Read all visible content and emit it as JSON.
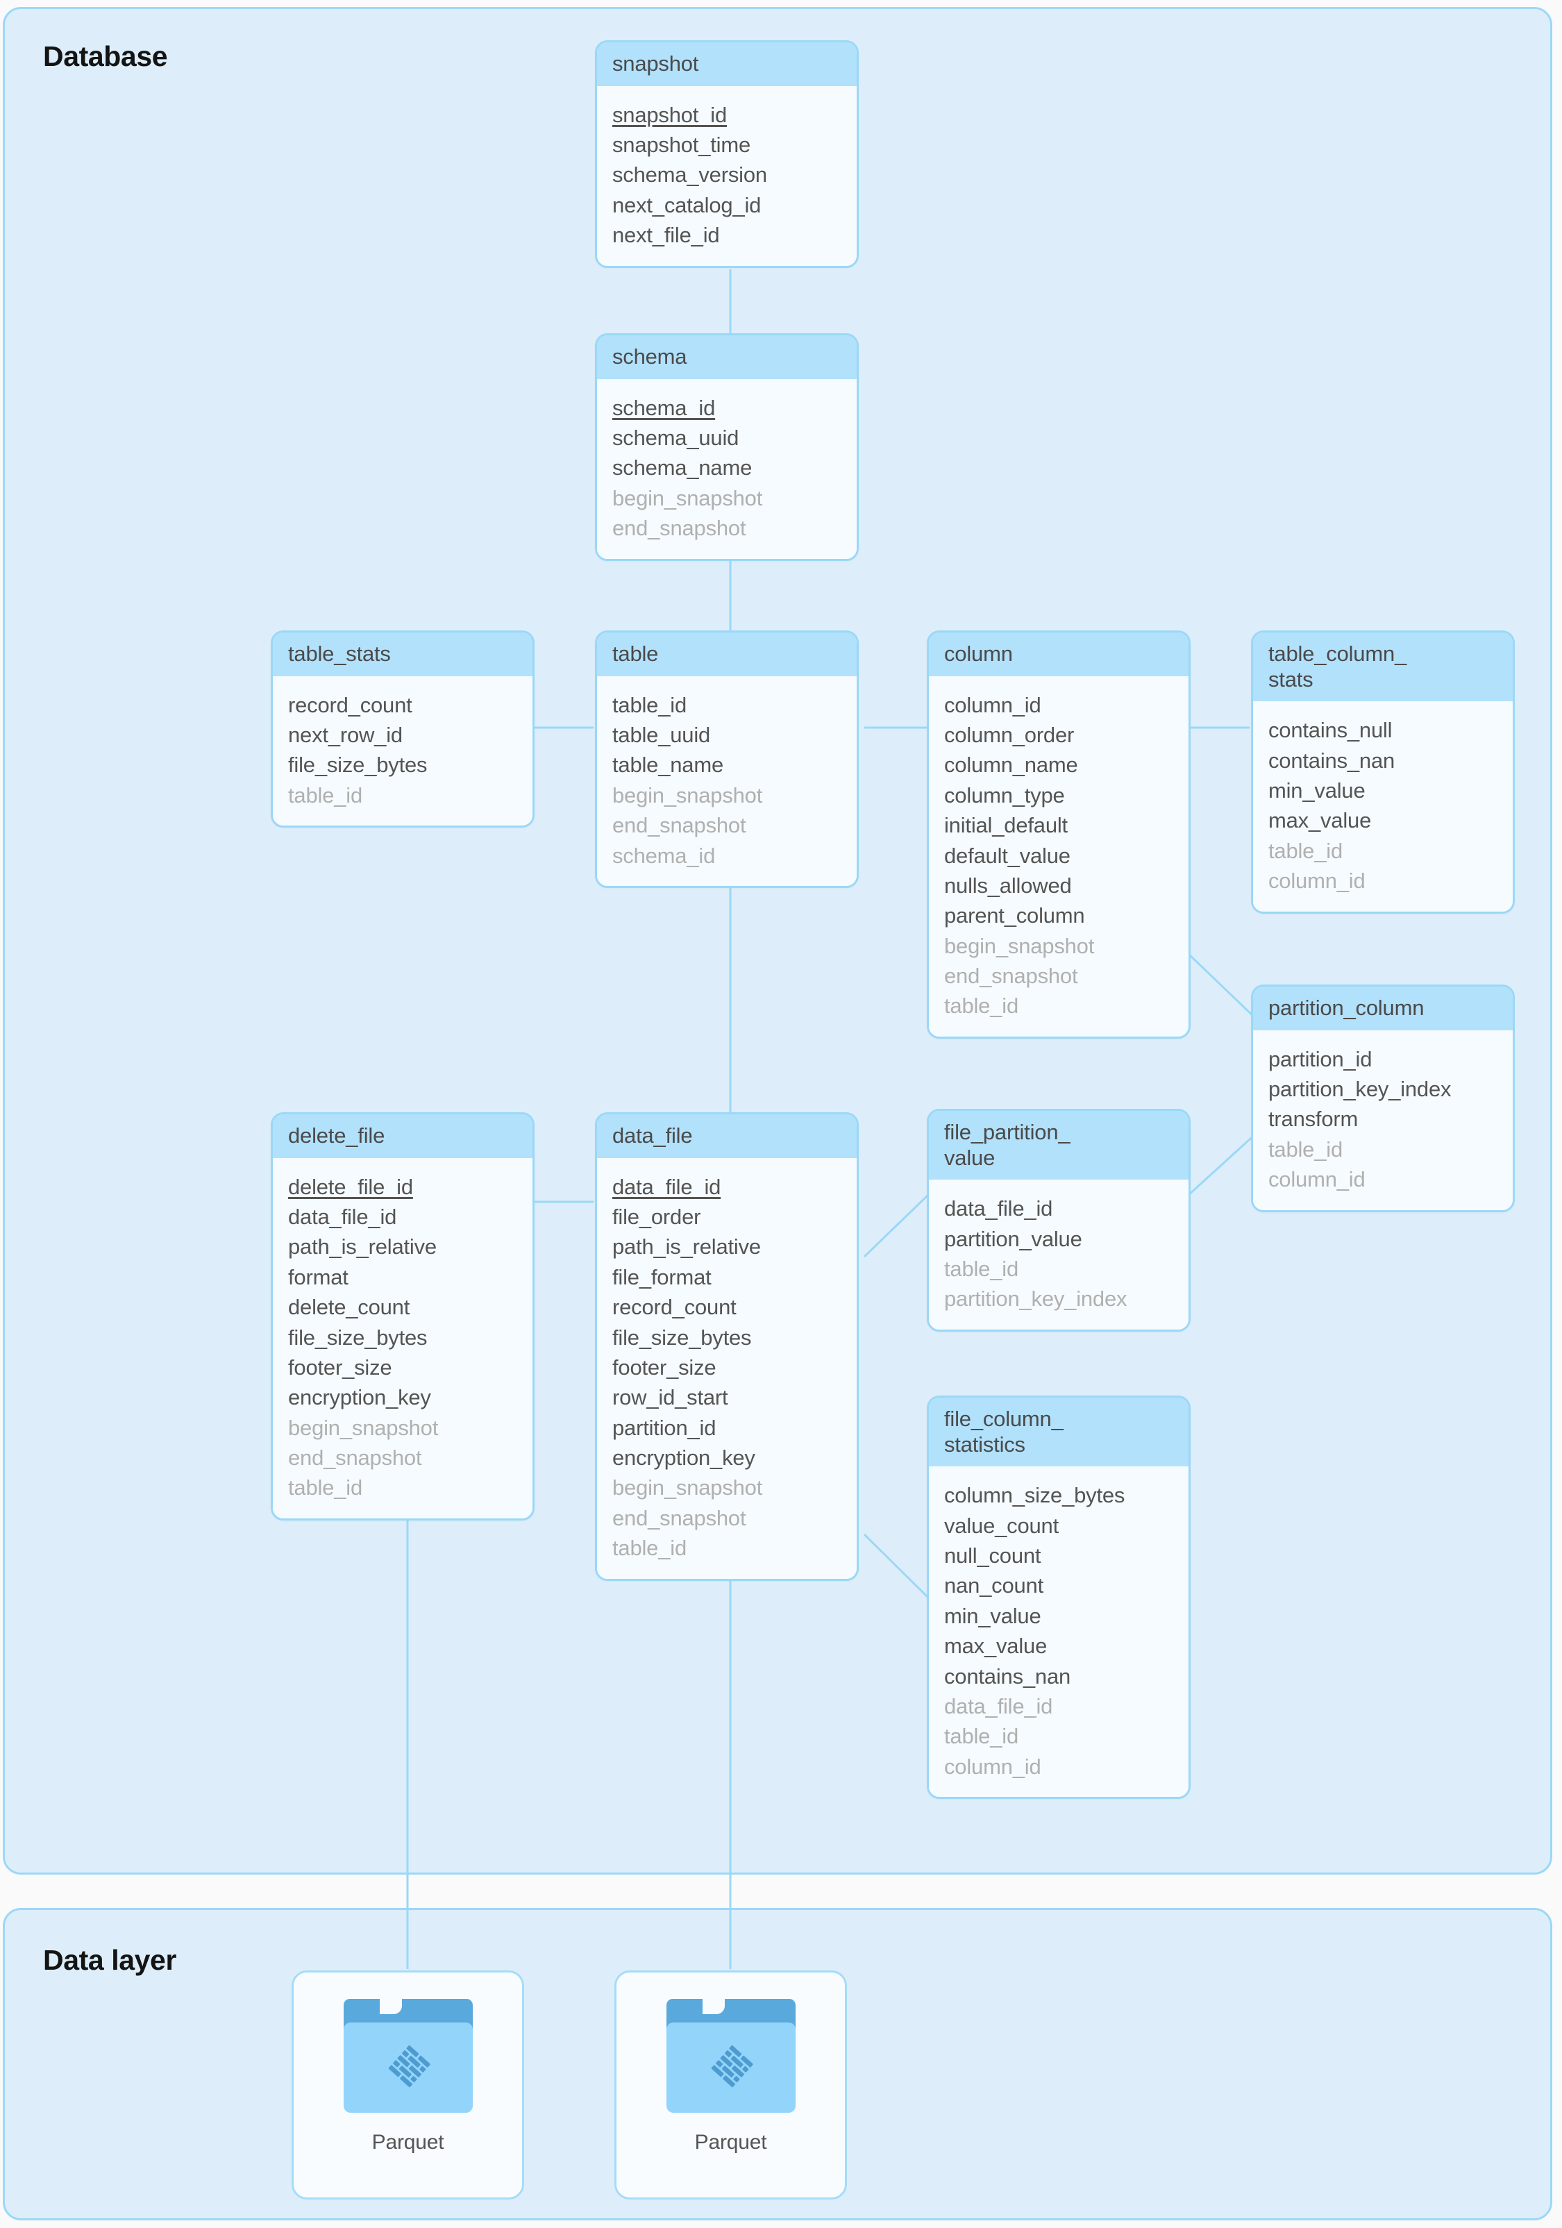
{
  "groups": {
    "database": {
      "title": "Database"
    },
    "data_layer": {
      "title": "Data layer"
    }
  },
  "colors": {
    "page_background": "#fafafa",
    "group_background": "#ddeefa",
    "group_border": "#9bd8f7",
    "entity_header": "#b2e1fb",
    "entity_body": "#f6fbff",
    "entity_border": "#9bd8f7",
    "field_text": "#545454",
    "foreign_key_text": "#b0b0b0",
    "connector": "#9bd8f7",
    "folder_tab": "#5aa9dd",
    "folder_body": "#93d4fb"
  },
  "entities": [
    {
      "id": "snapshot",
      "name": "snapshot",
      "fields": [
        {
          "label": "snapshot_id",
          "kind": "pk"
        },
        {
          "label": "snapshot_time",
          "kind": "attr"
        },
        {
          "label": "schema_version",
          "kind": "attr"
        },
        {
          "label": "next_catalog_id",
          "kind": "attr"
        },
        {
          "label": "next_file_id",
          "kind": "attr"
        }
      ]
    },
    {
      "id": "schema",
      "name": "schema",
      "fields": [
        {
          "label": "schema_id",
          "kind": "pk"
        },
        {
          "label": "schema_uuid",
          "kind": "attr"
        },
        {
          "label": "schema_name",
          "kind": "attr"
        },
        {
          "label": "begin_snapshot",
          "kind": "fk"
        },
        {
          "label": "end_snapshot",
          "kind": "fk"
        }
      ]
    },
    {
      "id": "table_stats",
      "name": "table_stats",
      "fields": [
        {
          "label": "record_count",
          "kind": "attr"
        },
        {
          "label": "next_row_id",
          "kind": "attr"
        },
        {
          "label": "file_size_bytes",
          "kind": "attr"
        },
        {
          "label": "table_id",
          "kind": "fk"
        }
      ]
    },
    {
      "id": "table",
      "name": "table",
      "fields": [
        {
          "label": "table_id",
          "kind": "attr"
        },
        {
          "label": "table_uuid",
          "kind": "attr"
        },
        {
          "label": "table_name",
          "kind": "attr"
        },
        {
          "label": "begin_snapshot",
          "kind": "fk"
        },
        {
          "label": "end_snapshot",
          "kind": "fk"
        },
        {
          "label": "schema_id",
          "kind": "fk"
        }
      ]
    },
    {
      "id": "column",
      "name": "column",
      "fields": [
        {
          "label": "column_id",
          "kind": "attr"
        },
        {
          "label": "column_order",
          "kind": "attr"
        },
        {
          "label": "column_name",
          "kind": "attr"
        },
        {
          "label": "column_type",
          "kind": "attr"
        },
        {
          "label": "initial_default",
          "kind": "attr"
        },
        {
          "label": "default_value",
          "kind": "attr"
        },
        {
          "label": "nulls_allowed",
          "kind": "attr"
        },
        {
          "label": "parent_column",
          "kind": "attr"
        },
        {
          "label": "begin_snapshot",
          "kind": "fk"
        },
        {
          "label": "end_snapshot",
          "kind": "fk"
        },
        {
          "label": "table_id",
          "kind": "fk"
        }
      ]
    },
    {
      "id": "table_column_stats",
      "name": "table_column_\nstats",
      "fields": [
        {
          "label": "contains_null",
          "kind": "attr"
        },
        {
          "label": "contains_nan",
          "kind": "attr"
        },
        {
          "label": "min_value",
          "kind": "attr"
        },
        {
          "label": "max_value",
          "kind": "attr"
        },
        {
          "label": "table_id",
          "kind": "fk"
        },
        {
          "label": "column_id",
          "kind": "fk"
        }
      ]
    },
    {
      "id": "partition_column",
      "name": "partition_column",
      "fields": [
        {
          "label": "partition_id",
          "kind": "attr"
        },
        {
          "label": "partition_key_index",
          "kind": "attr"
        },
        {
          "label": "transform",
          "kind": "attr"
        },
        {
          "label": "table_id",
          "kind": "fk"
        },
        {
          "label": "column_id",
          "kind": "fk"
        }
      ]
    },
    {
      "id": "delete_file",
      "name": "delete_file",
      "fields": [
        {
          "label": "delete_file_id",
          "kind": "pk"
        },
        {
          "label": "data_file_id",
          "kind": "attr"
        },
        {
          "label": "path_is_relative",
          "kind": "attr"
        },
        {
          "label": "format",
          "kind": "attr"
        },
        {
          "label": "delete_count",
          "kind": "attr"
        },
        {
          "label": "file_size_bytes",
          "kind": "attr"
        },
        {
          "label": "footer_size",
          "kind": "attr"
        },
        {
          "label": "encryption_key",
          "kind": "attr"
        },
        {
          "label": "begin_snapshot",
          "kind": "fk"
        },
        {
          "label": "end_snapshot",
          "kind": "fk"
        },
        {
          "label": "table_id",
          "kind": "fk"
        }
      ]
    },
    {
      "id": "data_file",
      "name": "data_file",
      "fields": [
        {
          "label": "data_file_id",
          "kind": "pk"
        },
        {
          "label": "file_order",
          "kind": "attr"
        },
        {
          "label": "path_is_relative",
          "kind": "attr"
        },
        {
          "label": "file_format",
          "kind": "attr"
        },
        {
          "label": "record_count",
          "kind": "attr"
        },
        {
          "label": "file_size_bytes",
          "kind": "attr"
        },
        {
          "label": "footer_size",
          "kind": "attr"
        },
        {
          "label": "row_id_start",
          "kind": "attr"
        },
        {
          "label": "partition_id",
          "kind": "attr"
        },
        {
          "label": "encryption_key",
          "kind": "attr"
        },
        {
          "label": "begin_snapshot",
          "kind": "fk"
        },
        {
          "label": "end_snapshot",
          "kind": "fk"
        },
        {
          "label": "table_id",
          "kind": "fk"
        }
      ]
    },
    {
      "id": "file_partition_value",
      "name": "file_partition_\nvalue",
      "fields": [
        {
          "label": "data_file_id",
          "kind": "attr"
        },
        {
          "label": "partition_value",
          "kind": "attr"
        },
        {
          "label": "table_id",
          "kind": "fk"
        },
        {
          "label": "partition_key_index",
          "kind": "fk"
        }
      ]
    },
    {
      "id": "file_column_statistics",
      "name": "file_column_\nstatistics",
      "fields": [
        {
          "label": "column_size_bytes",
          "kind": "attr"
        },
        {
          "label": "value_count",
          "kind": "attr"
        },
        {
          "label": "null_count",
          "kind": "attr"
        },
        {
          "label": "nan_count",
          "kind": "attr"
        },
        {
          "label": "min_value",
          "kind": "attr"
        },
        {
          "label": "max_value",
          "kind": "attr"
        },
        {
          "label": "contains_nan",
          "kind": "attr"
        },
        {
          "label": "data_file_id",
          "kind": "fk"
        },
        {
          "label": "table_id",
          "kind": "fk"
        },
        {
          "label": "column_id",
          "kind": "fk"
        }
      ]
    }
  ],
  "files": [
    {
      "id": "parquet-1",
      "label": "Parquet",
      "icon": "parquet-folder-icon"
    },
    {
      "id": "parquet-2",
      "label": "Parquet",
      "icon": "parquet-folder-icon"
    }
  ]
}
